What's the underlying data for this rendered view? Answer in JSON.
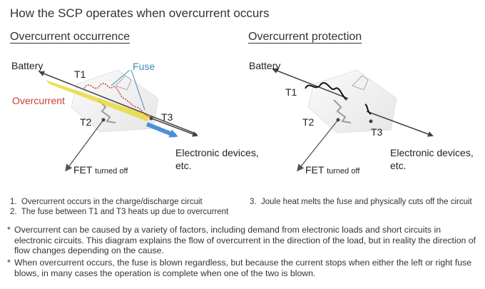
{
  "title": "How the SCP operates when overcurrent occurs",
  "left_panel": {
    "heading": "Overcurrent occurrence",
    "battery": "Battery",
    "t1": "T1",
    "t2": "T2",
    "t3": "T3",
    "fuse": "Fuse",
    "overcurrent": "Overcurrent",
    "devices_line1": "Electronic devices,",
    "devices_line2": "etc.",
    "fet": "FET",
    "fet_state": "turned off"
  },
  "right_panel": {
    "heading": "Overcurrent protection",
    "battery": "Battery",
    "t1": "T1",
    "t2": "T2",
    "t3": "T3",
    "devices_line1": "Electronic devices,",
    "devices_line2": "etc.",
    "fet": "FET",
    "fet_state": "turned off"
  },
  "steps": [
    {
      "num": "1.",
      "text": "Overcurrent occurs in the charge/discharge circuit"
    },
    {
      "num": "2.",
      "text": "The fuse between T1 and T3 heats up due to overcurrent"
    },
    {
      "num": "3.",
      "text": "Joule heat melts the fuse and physically cuts off the circuit"
    }
  ],
  "notes": [
    {
      "mark": "*",
      "text": "Overcurrent can be caused by a variety of factors, including demand from electronic loads and short circuits in electronic circuits.  This diagram explains the flow of overcurrent in the direction of the load, but in reality the direction of flow changes depending on the cause."
    },
    {
      "mark": "*",
      "text": "When overcurrent occurs, the fuse is blown regardless, but because the current stops when either the left or right fuse blows, in many cases the operation is complete when one of the two is blown."
    }
  ],
  "colors": {
    "overcurrent": "#c8413a",
    "fuse_label": "#3a8fb0",
    "current_arrow": "#4a90d9",
    "yellow_bar": "#e6da3c"
  }
}
